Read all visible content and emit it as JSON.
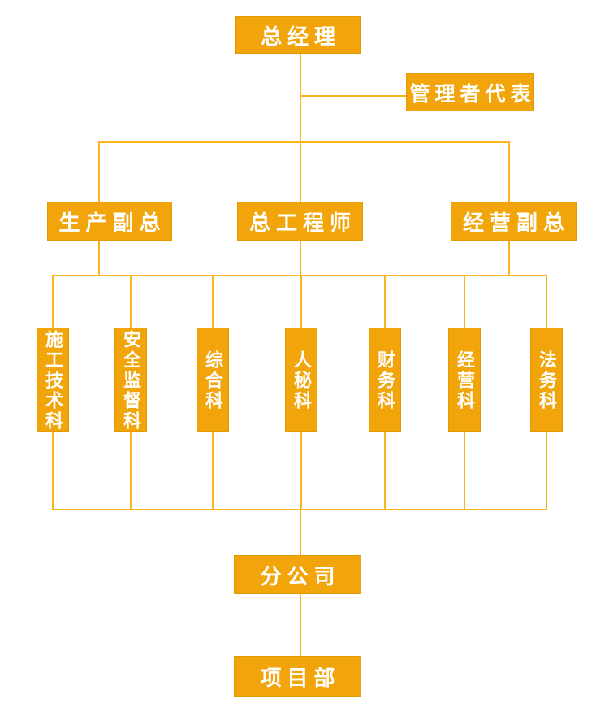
{
  "colors": {
    "background": "#FFFFFF",
    "box_fill": "#F2A50B",
    "box_border": "#E29A00",
    "line": "#FBB31A",
    "text": "#FFFFFF"
  },
  "org_chart": {
    "type": "org-chart",
    "top": {
      "label": "总经理"
    },
    "staff": {
      "label": "管理者代表"
    },
    "executives": [
      {
        "label": "生产副总"
      },
      {
        "label": "总工程师"
      },
      {
        "label": "经营副总"
      }
    ],
    "departments": [
      {
        "label": "施工技术科"
      },
      {
        "label": "安全监督科"
      },
      {
        "label": "综合科"
      },
      {
        "label": "人秘科"
      },
      {
        "label": "财务科"
      },
      {
        "label": "经营科"
      },
      {
        "label": "法务科"
      }
    ],
    "branch": {
      "label": "分公司"
    },
    "project": {
      "label": "项目部"
    },
    "edges": [
      {
        "from": "总经理",
        "to": "管理者代表",
        "style": "staff-branch"
      },
      {
        "from": "总经理",
        "to": "生产副总"
      },
      {
        "from": "总经理",
        "to": "总工程师"
      },
      {
        "from": "总经理",
        "to": "经营副总"
      },
      {
        "from": "生产副总,总工程师,经营副总",
        "to": "施工技术科,安全监督科,综合科,人秘科,财务科,经营科,法务科",
        "style": "shared-bus"
      },
      {
        "from": "施工技术科,安全监督科,综合科,人秘科,财务科,经营科,法务科",
        "to": "分公司",
        "style": "shared-bus"
      },
      {
        "from": "分公司",
        "to": "项目部"
      }
    ]
  }
}
